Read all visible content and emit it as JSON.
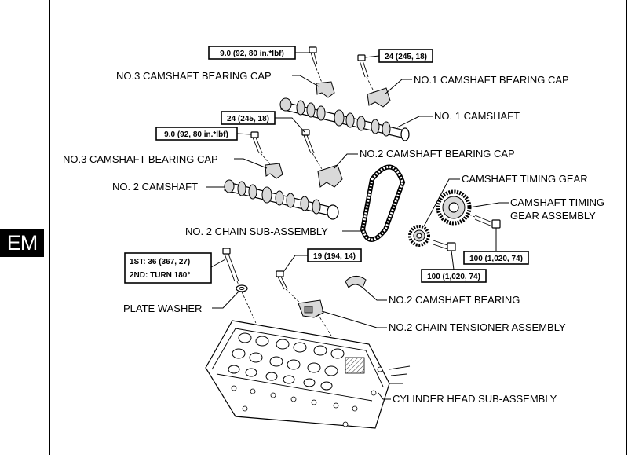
{
  "section_tab": "EM",
  "torques": {
    "t1": "9.0 (92, 80 in.*lbf)",
    "t2": "24 (245, 18)",
    "t3": "24 (245, 18)",
    "t4": "9.0 (92, 80 in.*lbf)",
    "t5_line1": "1ST: 36 (367, 27)",
    "t5_line2": "2ND: TURN 180°",
    "t6": "19 (194, 14)",
    "t7": "100 (1,020, 74)",
    "t8": "100 (1,020, 74)"
  },
  "labels": {
    "no3_cap_upper": "NO.3 CAMSHAFT BEARING CAP",
    "no1_cap": "NO.1 CAMSHAFT BEARING CAP",
    "no1_camshaft": "NO. 1 CAMSHAFT",
    "no3_cap_lower": "NO.3 CAMSHAFT BEARING CAP",
    "no2_cap": "NO.2 CAMSHAFT BEARING CAP",
    "timing_gear": "CAMSHAFT TIMING GEAR",
    "timing_gear_assy_1": "CAMSHAFT TIMING",
    "timing_gear_assy_2": "GEAR ASSEMBLY",
    "no2_camshaft": "NO. 2 CAMSHAFT",
    "no2_chain": "NO. 2 CHAIN SUB-ASSEMBLY",
    "plate_washer": "PLATE WASHER",
    "no2_bearing": "NO.2 CAMSHAFT BEARING",
    "no2_tensioner": "NO.2 CHAIN TENSIONER ASSEMBLY",
    "cyl_head": "CYLINDER HEAD SUB-ASSEMBLY"
  }
}
